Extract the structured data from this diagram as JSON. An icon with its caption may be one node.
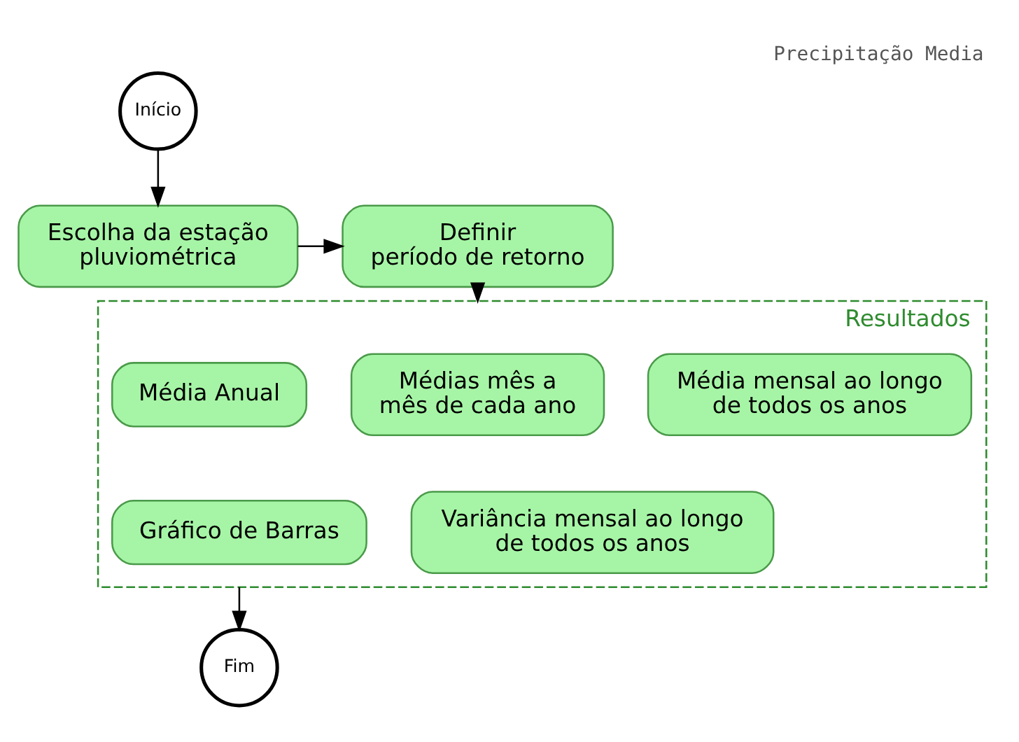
{
  "diagram": {
    "title": "Precipitação Media",
    "nodes": [
      {
        "text": [
          "Início"
        ]
      },
      {
        "text": [
          "Escolha da estação pluviométrica"
        ]
      },
      {
        "text": [
          "Definir período de retorno"
        ]
      },
      {
        "text": [
          "Resultados"
        ]
      },
      {
        "text": [
          "Média Anual"
        ],
        "in": 3
      },
      {
        "text": [
          "Médias mês a mês de cada ano"
        ],
        "in": 3
      },
      {
        "text": [
          "Média mensal ao longo de todos os anos"
        ],
        "in": 3
      },
      {
        "text": [
          "Gráfico de Barras"
        ],
        "in": 3
      },
      {
        "text": [
          "Variância mensal ao longo de todos os anos"
        ],
        "in": 3
      },
      {
        "text": [
          "Fim"
        ]
      }
    ],
    "edges": [
      {
        "from": 0,
        "to": 1,
        "arrow": "to"
      },
      {
        "from": 1,
        "to": 2,
        "arrow": "to"
      },
      {
        "from": 2,
        "to": 3,
        "arrow": "to"
      },
      {
        "from": 3,
        "to": 9,
        "arrow": "to"
      }
    ]
  }
}
